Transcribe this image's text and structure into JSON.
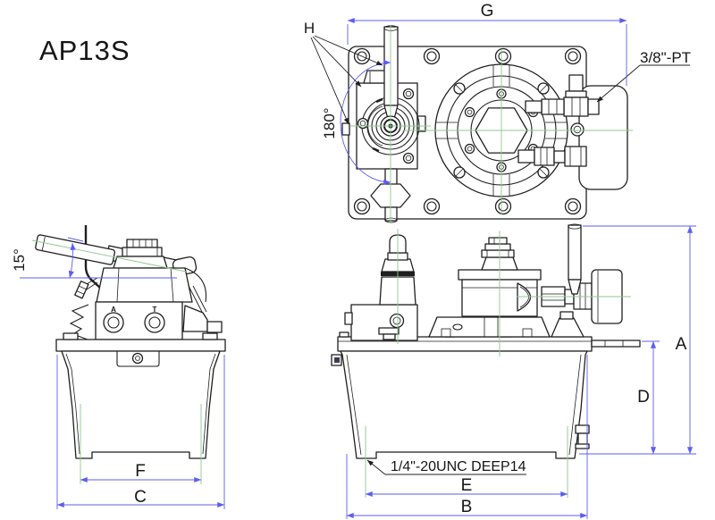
{
  "title": "AP13S",
  "colors": {
    "line": "#1f1f1f",
    "dimension": "#5d5df0",
    "centerline": "#8fc98f",
    "background": "#ffffff"
  },
  "top_view": {
    "dim_width": "G",
    "callout": "H",
    "swing_angle": "180°",
    "port": "3/8\"-PT"
  },
  "front_view": {
    "handle_angle": "15°",
    "port_a": "A",
    "port_t": "T",
    "dim_inner_width": "F",
    "dim_overall_width": "C"
  },
  "side_view": {
    "dim_overall_height": "A",
    "dim_tank_height": "D",
    "dim_mount_span": "E",
    "dim_overall_length": "B",
    "thread_note": "1/4\"-20UNC DEEP14"
  }
}
